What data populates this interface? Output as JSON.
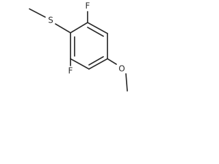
{
  "molecule": {
    "atoms": {
      "sulfur": "S",
      "fluorine_top": "F",
      "fluorine_bottom": "F",
      "oxygen": "O"
    }
  }
}
